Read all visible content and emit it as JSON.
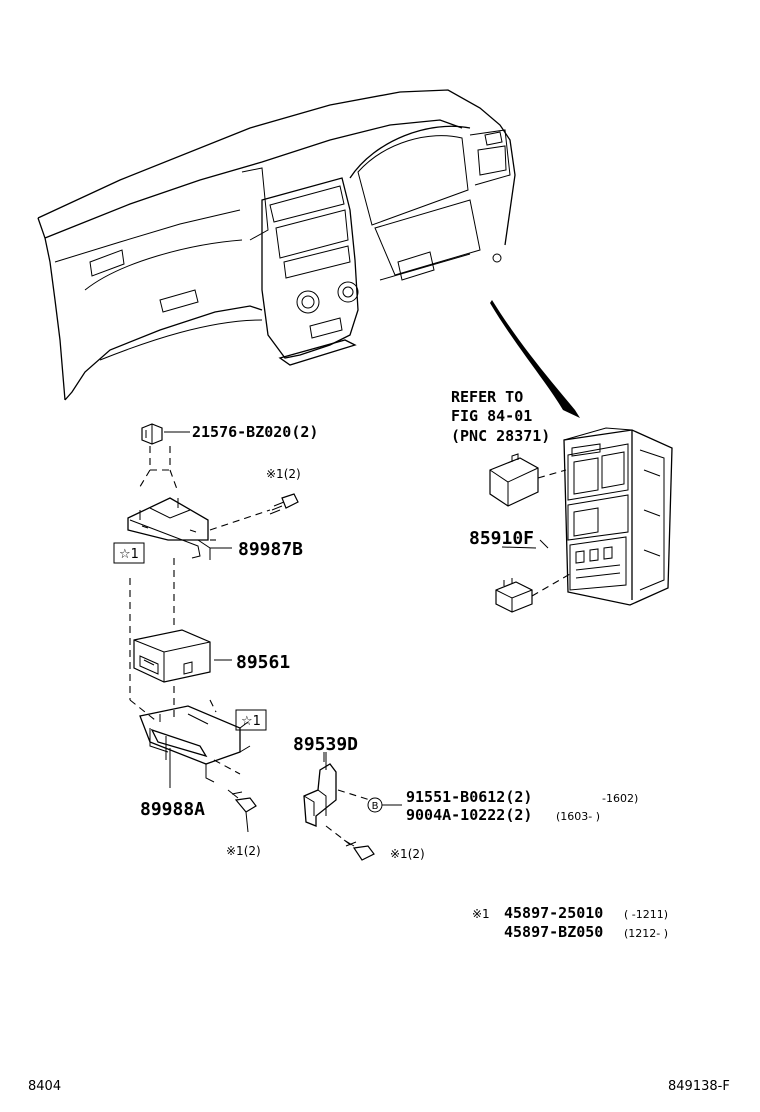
{
  "refer": {
    "line1": "REFER TO",
    "line2": "FIG 84-01",
    "line3": "(PNC 28371)"
  },
  "parts": {
    "p21576": "21576-BZ020(2)",
    "p89987b": "89987B",
    "p89561": "89561",
    "p89988a": "89988A",
    "p89539d": "89539D",
    "p85910f": "85910F",
    "p91551": "91551-B0612(2)",
    "p91551_range": "-1602)",
    "p9004a": "9004A-10222(2)",
    "p9004a_range": "(1603-    )"
  },
  "callouts": {
    "star1_a": "☆1",
    "star1_b": "☆1",
    "note1_a": "※1(2)",
    "note1_b": "※1(2)",
    "note1_c": "※1(2)",
    "circle_b": "B"
  },
  "footnote": {
    "mark": "※1",
    "row1_part": "45897-25010",
    "row1_range": "(    -1211)",
    "row2_part": "45897-BZ050",
    "row2_range": "(1212-    )"
  },
  "footer": {
    "left": "8404",
    "right": "849138-F"
  }
}
